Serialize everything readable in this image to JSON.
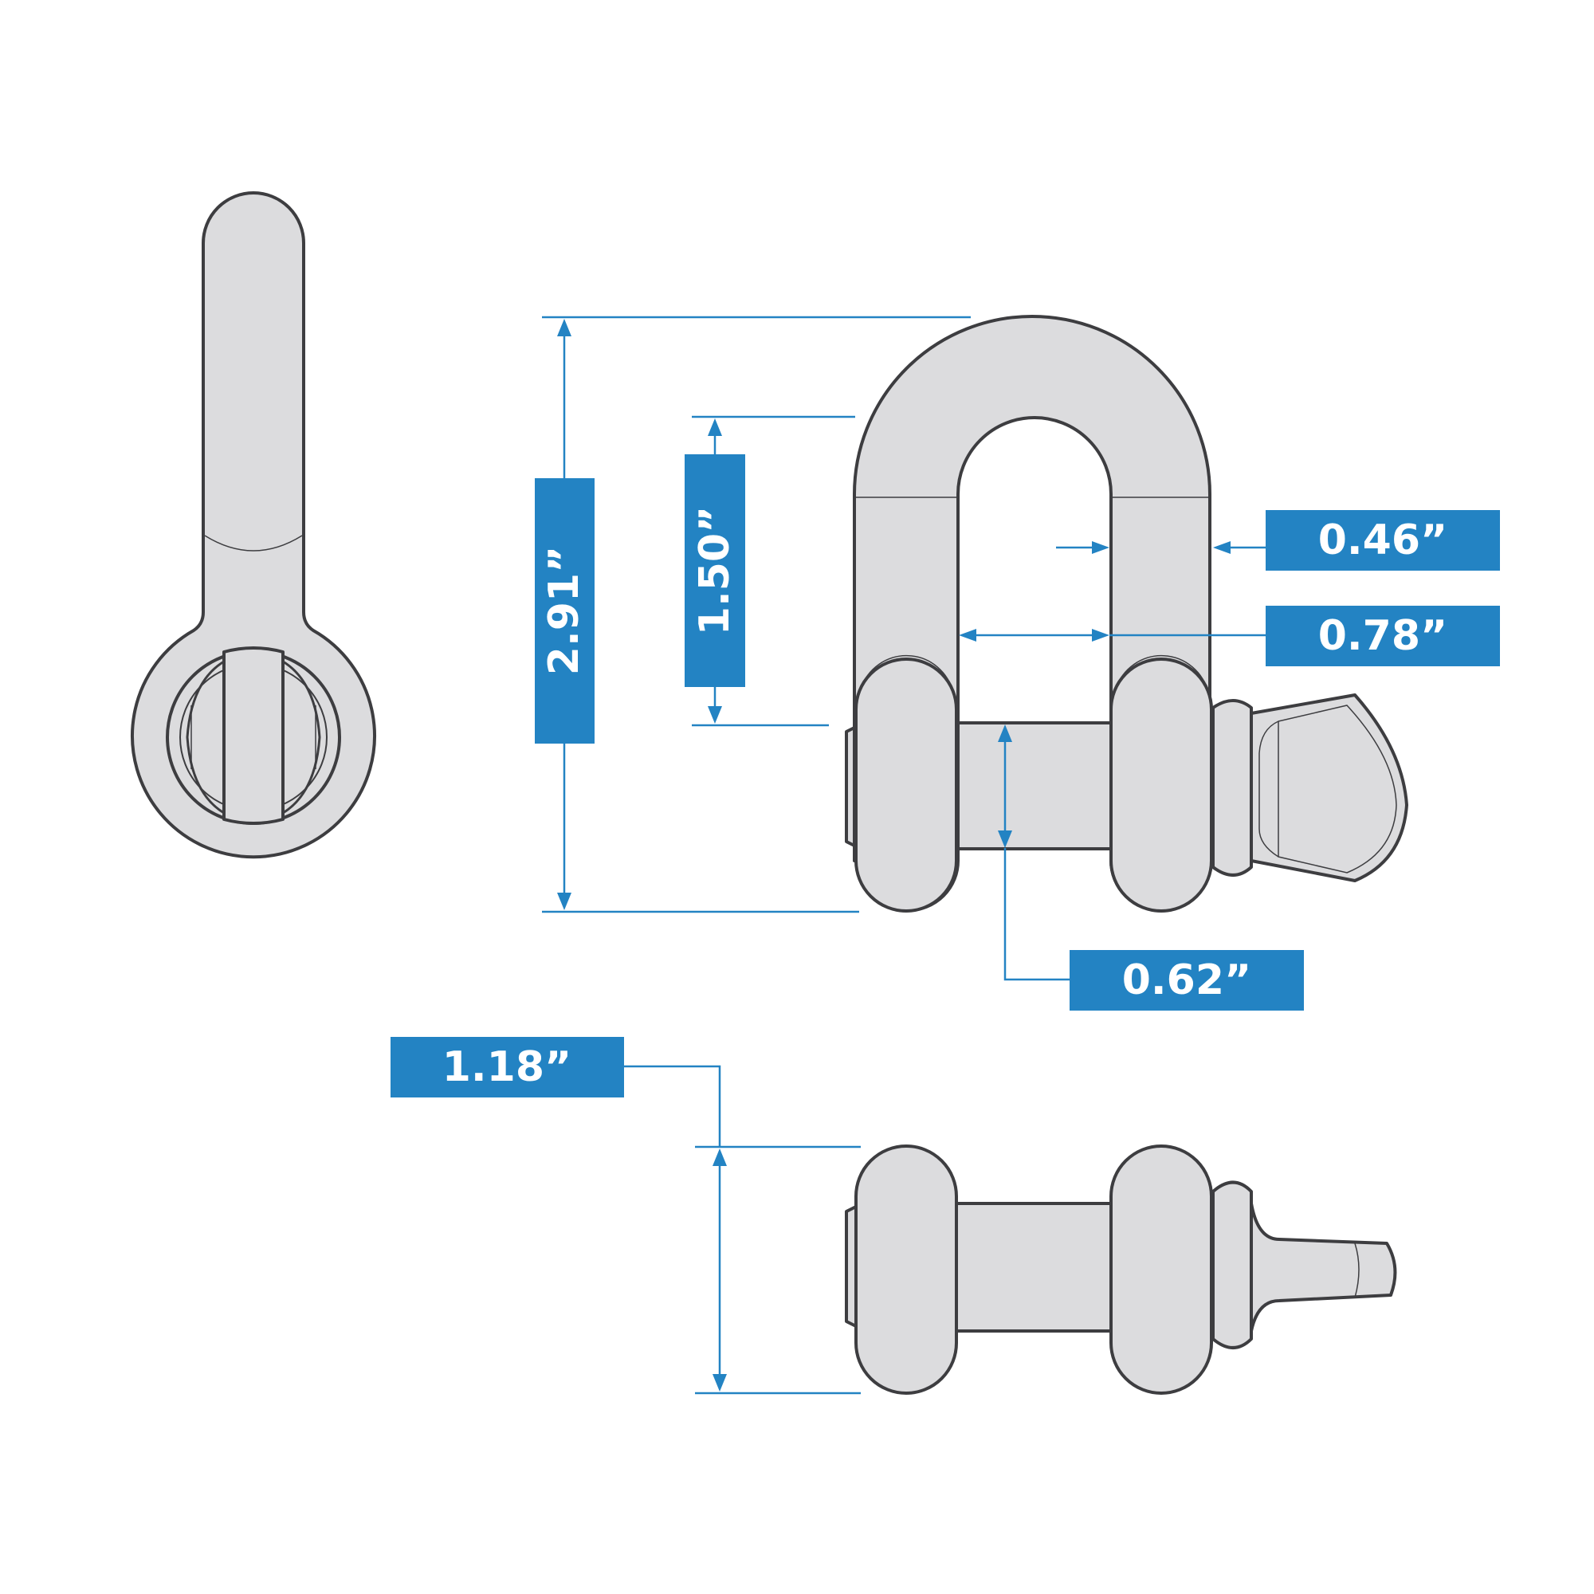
{
  "colors": {
    "dimension_blue": "#2383c3",
    "part_fill": "#dcdcde",
    "outline": "#3d3d40",
    "label_text": "#ffffff"
  },
  "dimensions": {
    "overall_height": "2.91”",
    "inside_length": "1.50”",
    "body_diameter": "0.46”",
    "inside_width": "0.78”",
    "pin_diameter": "0.62”",
    "eye_thickness": "1.18”"
  }
}
